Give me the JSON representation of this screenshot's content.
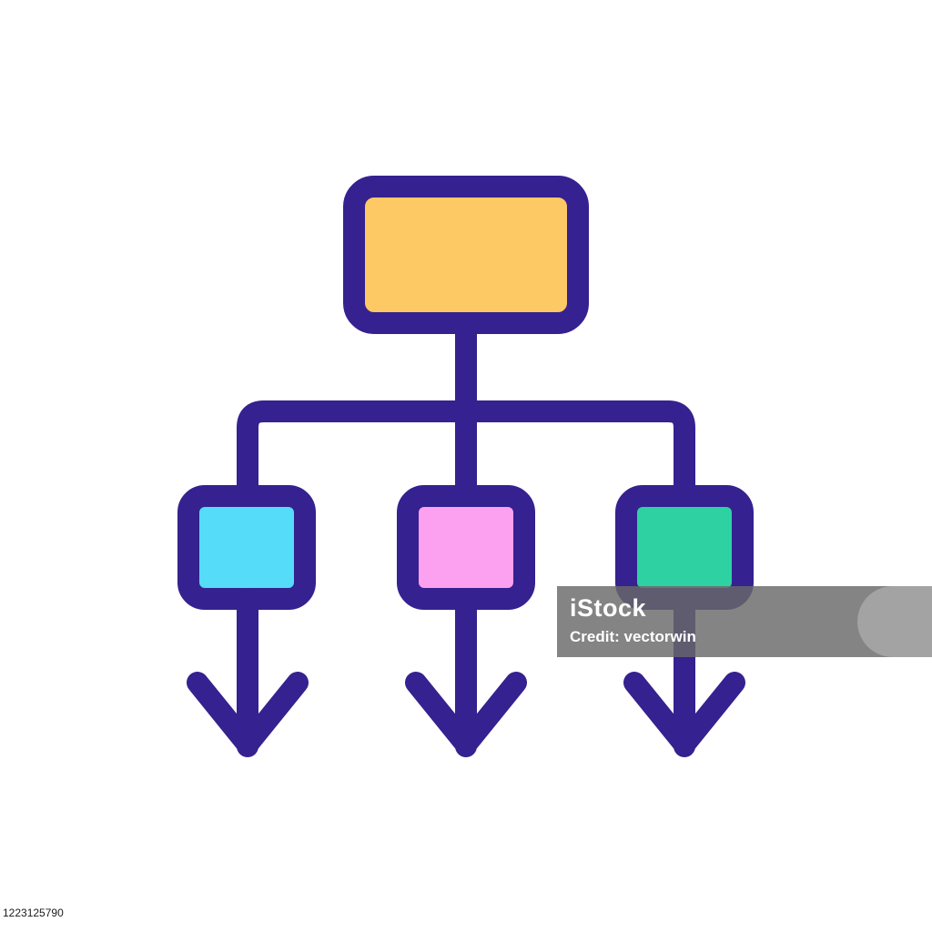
{
  "colors": {
    "outline": "#35218F",
    "root_fill": "#FCC965",
    "child_left_fill": "#54DCF8",
    "child_middle_fill": "#FCA0F0",
    "child_right_fill": "#2ED1A2",
    "background": "#FFFFFF"
  },
  "diagram": {
    "root_node": {
      "label": ""
    },
    "child_nodes": [
      {
        "label": "",
        "color": "#54DCF8"
      },
      {
        "label": "",
        "color": "#FCA0F0"
      },
      {
        "label": "",
        "color": "#2ED1A2"
      }
    ]
  },
  "watermark": {
    "brand": "iStock",
    "credit": "Credit: vectorwin"
  },
  "footer": {
    "image_id": "1223125790"
  }
}
